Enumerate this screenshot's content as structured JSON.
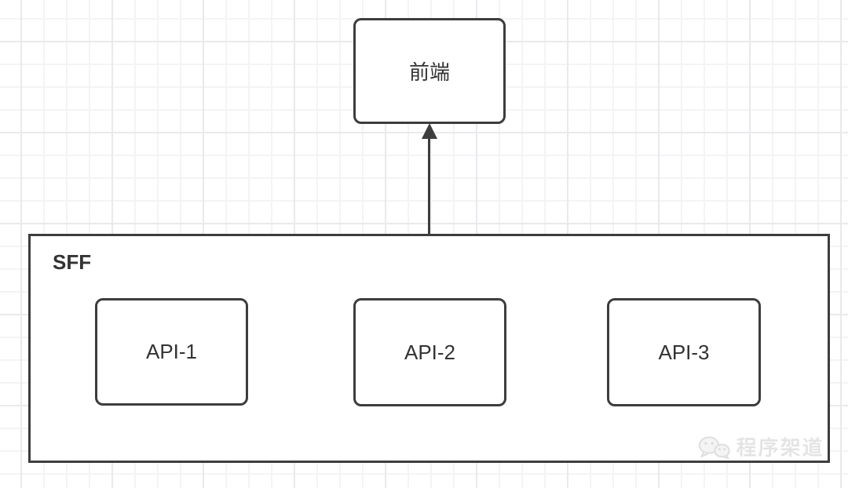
{
  "diagram": {
    "frontend": {
      "label": "前端"
    },
    "connector": {
      "type": "arrow",
      "from": "SFF",
      "to": "前端",
      "direction": "up"
    },
    "sff": {
      "label": "SFF",
      "apis": [
        {
          "label": "API-1"
        },
        {
          "label": "API-2"
        },
        {
          "label": "API-3"
        }
      ]
    },
    "watermark": {
      "label": "程序架道",
      "icon": "wechat-chat-bubbles-icon"
    },
    "colors": {
      "node_border": "#3d3d3d",
      "node_fill": "#ffffff",
      "text": "#333333",
      "grid_minor": "#f4f4f7",
      "grid_major": "#e9e9ee",
      "watermark_text": "#e2e2e2"
    }
  }
}
